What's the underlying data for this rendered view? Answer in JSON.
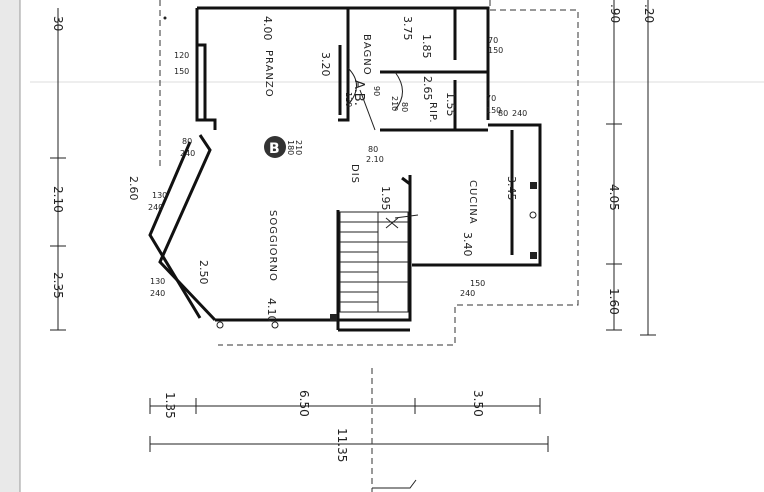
{
  "rooms": {
    "pranzo": "PRANZO",
    "bagno": "BAGNO",
    "rip": "RIP.",
    "cucina": "CUCINA",
    "soggiorno": "SOGGIORNO",
    "dis": "DIS"
  },
  "markers": {
    "ab": "A.B.",
    "b_letter": "B",
    "b_small_1": "180",
    "b_small_2": "210"
  },
  "dims": {
    "top_left_30": "30",
    "top_right_90": ".90",
    "top_right_20": ".20",
    "w_400": "4.00",
    "w_375": "3.75",
    "h_320": "3.20",
    "h_185": "1.85",
    "h_265": "2.65",
    "h_155": "1.55",
    "d_120a": "120",
    "d_150a": "150",
    "d_70a": "70",
    "d_150b": "150",
    "d_70b": "70",
    "d_150c": "150",
    "d_120b": "120",
    "d_90": "90",
    "d_210a": "210",
    "d_80a": "80",
    "d_80_open": "80",
    "d_240a": "240",
    "d_80b": "80",
    "d_210b": "2.10",
    "d_240b": "240",
    "d_80c": "80",
    "d_260": "2.60",
    "d_130a": "130",
    "d_240c": "240",
    "d_195": "1.95",
    "d_345": "3.45",
    "d_340": "3.40",
    "d_250": "2.50",
    "d_130b": "130",
    "d_240d": "240",
    "d_150d": "150",
    "d_240e": "240",
    "d_410": "4.10",
    "left_210": "2.10",
    "left_235": "2.35",
    "right_405": "4.05",
    "right_160": "1.60",
    "bottom_135": "1.35",
    "bottom_650": "6.50",
    "bottom_350": "3.50",
    "bottom_1135": "11.35"
  }
}
